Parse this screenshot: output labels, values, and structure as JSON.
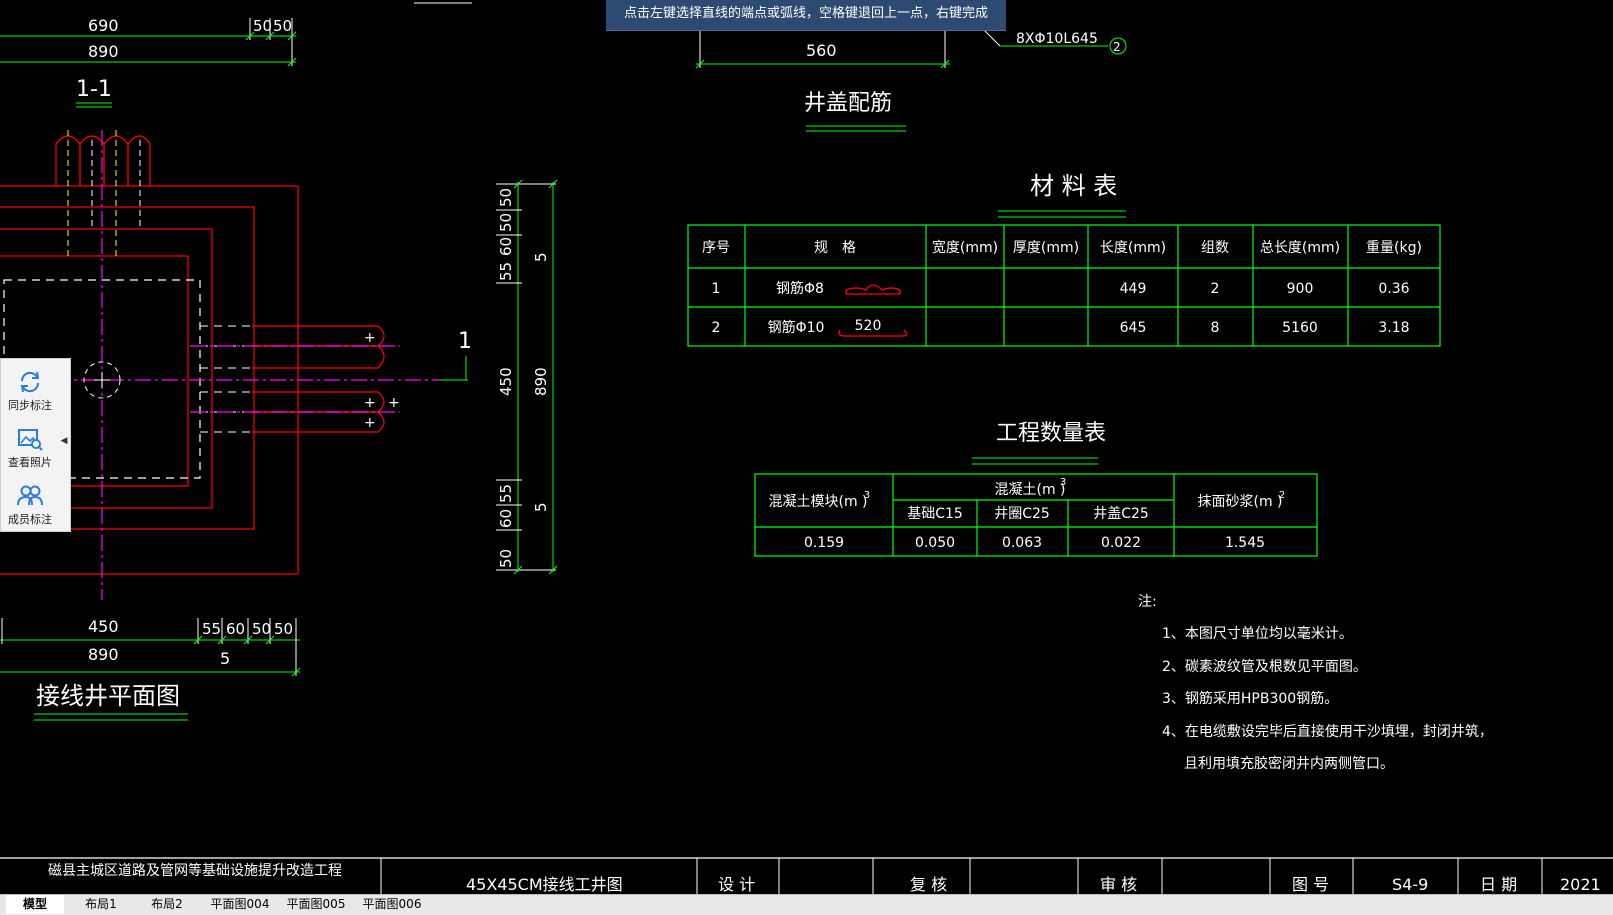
{
  "status_hint": "点击左键选择直线的端点或弧线，空格键退回上一点，右键完成",
  "left_drawing": {
    "top_dims": [
      "690",
      "50",
      "50",
      "890"
    ],
    "section_label": "1-1",
    "section_mark": "1",
    "bottom_dims": [
      "450",
      "55",
      "60",
      "50",
      "50",
      "890",
      "5"
    ],
    "title": "接线井平面图"
  },
  "side_dims": {
    "top_group": [
      "50",
      "50",
      "60",
      "55",
      "5"
    ],
    "middle": [
      "450",
      "890"
    ],
    "bottom_group": [
      "55",
      "60",
      "50",
      "5"
    ]
  },
  "cover_detail": {
    "dim": "560",
    "rebar_label": "8XΦ10L645",
    "rebar_callout": "2",
    "title": "井盖配筋"
  },
  "material_table": {
    "title": "材 料 表",
    "headers": [
      "序号",
      "规　格",
      "宽度(mm)",
      "厚度(mm)",
      "长度(mm)",
      "组数",
      "总长度(mm)",
      "重量(kg)"
    ],
    "rows": [
      {
        "no": "1",
        "spec": "钢筋Φ8",
        "shape_label": "",
        "width": "",
        "thickness": "",
        "length": "449",
        "count": "2",
        "total": "900",
        "weight": "0.36"
      },
      {
        "no": "2",
        "spec": "钢筋Φ10",
        "shape_label": "520",
        "width": "",
        "thickness": "",
        "length": "645",
        "count": "8",
        "total": "5160",
        "weight": "3.18"
      }
    ]
  },
  "quantity_table": {
    "title": "工程数量表",
    "col1_header": "混凝土模块(m )",
    "col1_sup": "3",
    "concrete_header": "混凝土(m )",
    "concrete_sup": "3",
    "sub_headers": [
      "基础C15",
      "井圈C25",
      "井盖C25"
    ],
    "col_last_header": "抹面砂浆(m )",
    "col_last_sup": "2",
    "values": [
      "0.159",
      "0.050",
      "0.063",
      "0.022",
      "1.545"
    ]
  },
  "notes": {
    "heading": "注:",
    "items": [
      "1、本图尺寸单位均以毫米计。",
      "2、碳素波纹管及根数见平面图。",
      "3、钢筋采用HPB300钢筋。",
      "4、在电缆敷设完毕后直接使用干沙填埋，封闭井筑，",
      "且利用填充胶密闭井内两侧管口。"
    ]
  },
  "title_block": {
    "project_line1": "磁县主城区道路及管网等基础设施提升改造工程",
    "project_line2": "",
    "drawing_name": "45X45CM接线工井图",
    "design": "设 计",
    "review": "复 核",
    "approve": "审 核",
    "drawing_no_label": "图 号",
    "drawing_no": "S4-9",
    "date_label": "日 期",
    "date": "2021"
  },
  "side_panel": {
    "items": [
      {
        "label": "同步标注",
        "icon": "sync-icon"
      },
      {
        "label": "查看照片",
        "icon": "photo-icon"
      },
      {
        "label": "成员标注",
        "icon": "members-icon"
      }
    ]
  },
  "tabs": [
    "模型",
    "布局1",
    "布局2",
    "平面图004",
    "平面图005",
    "平面图006"
  ],
  "colors": {
    "background": "#000000",
    "rebar": "#ff0000",
    "dimension": "#00ff00",
    "centerline": "#ff00ff",
    "text": "#ffffff",
    "hint_bg": "#2d4a73"
  }
}
